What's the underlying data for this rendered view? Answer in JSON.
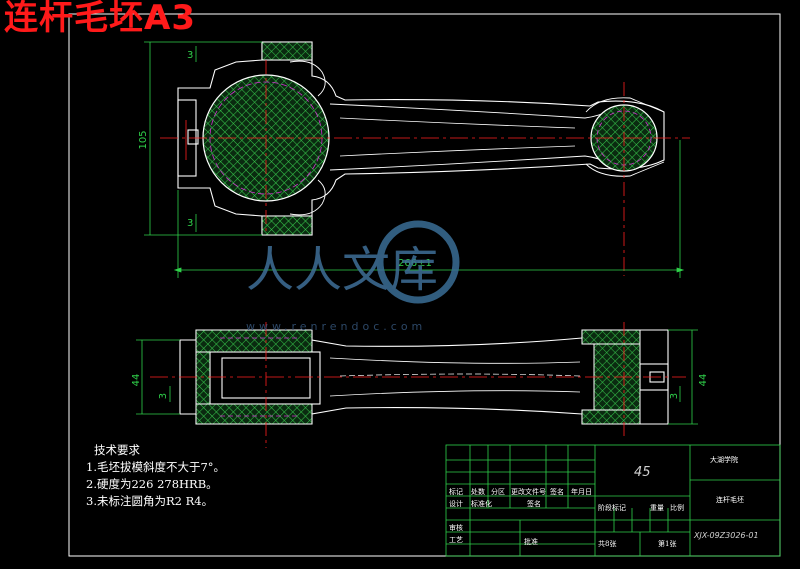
{
  "drawing_title": "连杆毛坯A3",
  "dimensions": {
    "height_top": "105",
    "length_top": "266±1",
    "small_3a": "3",
    "small_3b": "3",
    "small_3c": "3",
    "small_3d": "3",
    "section_left": "44",
    "section_right": "44"
  },
  "watermark": {
    "text": "人人文库",
    "url": "www.renrendoc.com"
  },
  "tech_notes": {
    "heading": "技术要求",
    "items": [
      "1.毛坯拔模斜度不大于7°。",
      "2.硬度为226   278HRB。",
      "3.未标注圆角为R2    R4。"
    ]
  },
  "title_block": {
    "material": "45",
    "school": "大湖学院",
    "part_name": "连杆毛坯",
    "drawing_number": "XJX-09Z3026-01",
    "sheets_total": "共8张",
    "sheet_index": "第1张",
    "row_labels_1": [
      "标记",
      "处数",
      "分区",
      "更改文件号",
      "签名",
      "年月日"
    ],
    "row_labels_2": [
      "设计",
      "标准化",
      "",
      "",
      "签名",
      ""
    ],
    "row_labels_3": [
      "阶段标记",
      "重量",
      "比例"
    ],
    "row_labels_4": [
      "审核",
      "工艺",
      "批准"
    ]
  },
  "colors": {
    "background": "#000000",
    "outline": "#ffffff",
    "dimension": "#2fd14a",
    "centerline": "#ff2020",
    "hatch": "#36c24a",
    "hidden_edge": "#d030d0",
    "title": "#ff1a1a"
  }
}
